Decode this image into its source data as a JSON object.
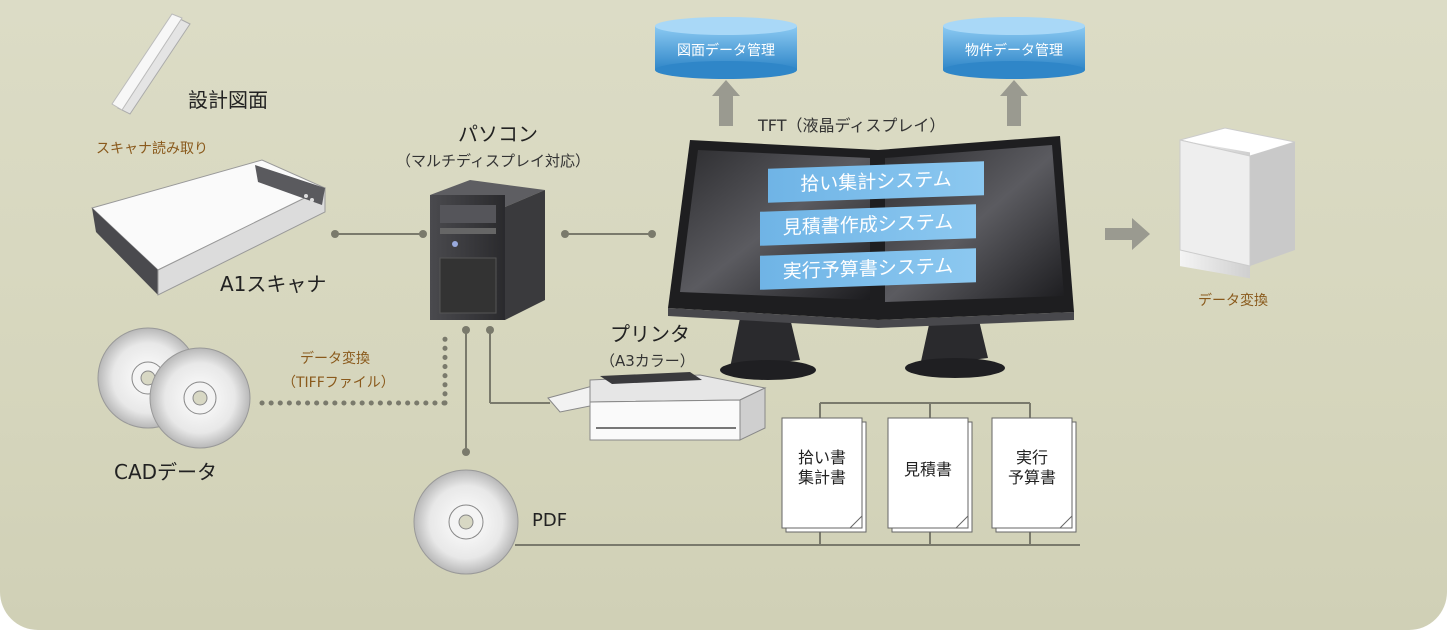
{
  "labels": {
    "blueprint": "設計図面",
    "scan_read": "スキャナ読み取り",
    "scanner": "A1スキャナ",
    "pc": "パソコン",
    "pc_sub": "（マルチディスプレイ対応）",
    "drawing_db": "図面データ管理",
    "property_db": "物件データ管理",
    "tft": "TFT（液晶ディスプレイ）",
    "data_convert_right": "データ変換",
    "printer": "プリンタ",
    "printer_sub": "（A3カラー）",
    "data_convert_left": "データ変換",
    "tiff": "（TIFFファイル）",
    "cad": "CADデータ",
    "pdf": "PDF"
  },
  "screen_items": [
    "拾い集計システム",
    "見積書作成システム",
    "実行予算書システム"
  ],
  "documents": [
    "拾い書\n集計書",
    "見積書",
    "実行\n予算書"
  ],
  "colors": {
    "panel": "#d6d6bd",
    "line": "#7a7a6c",
    "accent_blue": "#6fb4e6",
    "brown_text": "#8a5a1c",
    "arrow_gray": "#9a9a90"
  }
}
